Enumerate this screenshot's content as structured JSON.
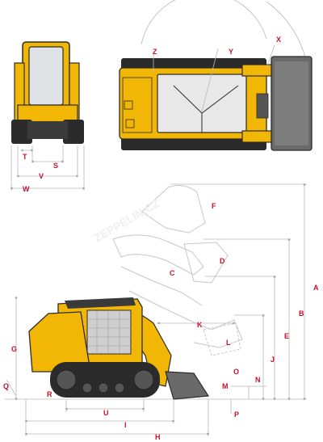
{
  "diagram": {
    "colors": {
      "machine_yellow": "#F2B705",
      "machine_dark": "#2b2b2b",
      "dim_line": "#b9b9b9",
      "label_red": "#c8102e"
    },
    "labels": {
      "A": "A",
      "B": "B",
      "C": "C",
      "D": "D",
      "E": "E",
      "F": "F",
      "G": "G",
      "H": "H",
      "I": "I",
      "J": "J",
      "K": "K",
      "L": "L",
      "M": "M",
      "N": "N",
      "O": "O",
      "P": "P",
      "Q": "Q",
      "R": "R",
      "S": "S",
      "T": "T",
      "U": "U",
      "V": "V",
      "W": "W",
      "X": "X",
      "Y": "Y",
      "Z": "Z"
    },
    "watermark": "ZEPPELIN.CZ"
  }
}
